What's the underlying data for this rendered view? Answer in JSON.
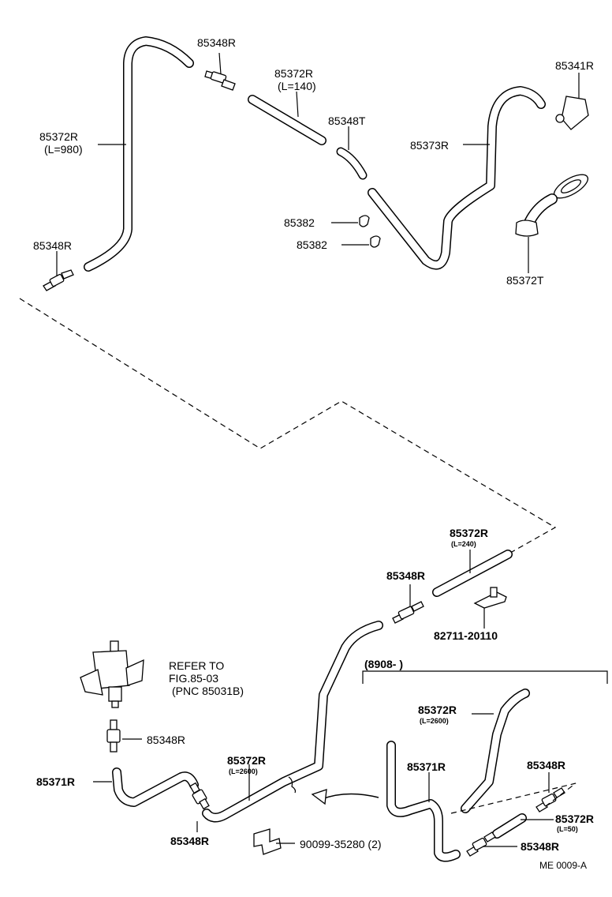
{
  "labels": {
    "p85348r_a": "85348R",
    "p85372r_a": "85372R",
    "p85372r_a_len": "(L=140)",
    "p85341r": "85341R",
    "p85348t": "85348T",
    "p85373r": "85373R",
    "p85372r_b": "85372R",
    "p85372r_b_len": "(L=980)",
    "p85382_a": "85382",
    "p85382_b": "85382",
    "p85348r_b": "85348R",
    "p85372t": "85372T",
    "p85372r_c": "85372R",
    "p85372r_c_len": "(L=240)",
    "p85348r_c": "85348R",
    "p82711": "82711-20110",
    "refer_line1": "REFER TO",
    "refer_line2": "FIG.85-03",
    "refer_line3": "(PNC 85031B)",
    "date_range": "(8908-          )",
    "p85372r_d": "85372R",
    "p85372r_d_len": "(L=2600)",
    "p85348r_d": "85348R",
    "p85372r_e": "85372R",
    "p85372r_e_len": "(L=2600)",
    "p85371r_a": "85371R",
    "p85371r_b": "85371R",
    "p85348r_e": "85348R",
    "p85348r_f": "85348R",
    "p85372r_f": "85372R",
    "p85372r_f_len": "(L=50)",
    "p85348r_g": "85348R",
    "p90099": "90099-35280 (2)",
    "figure_code": "ME 0009-A"
  }
}
